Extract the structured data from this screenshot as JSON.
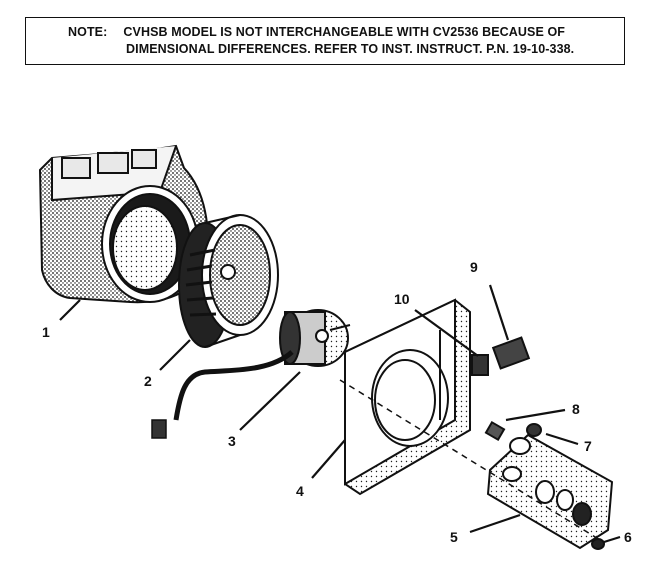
{
  "note": {
    "label": "NOTE:",
    "line1": "CVHSB MODEL IS NOT INTERCHANGEABLE WITH CV2536 BECAUSE OF",
    "line2": "DIMENSIONAL DIFFERENCES.  REFER TO INST. INSTRUCT. P.N. 19-10-338."
  },
  "callouts": [
    {
      "id": "1",
      "label": "1"
    },
    {
      "id": "2",
      "label": "2"
    },
    {
      "id": "3",
      "label": "3"
    },
    {
      "id": "4",
      "label": "4"
    },
    {
      "id": "5",
      "label": "5"
    },
    {
      "id": "6",
      "label": "6"
    },
    {
      "id": "7",
      "label": "7"
    },
    {
      "id": "8",
      "label": "8"
    },
    {
      "id": "9",
      "label": "9"
    },
    {
      "id": "10",
      "label": "10"
    }
  ]
}
